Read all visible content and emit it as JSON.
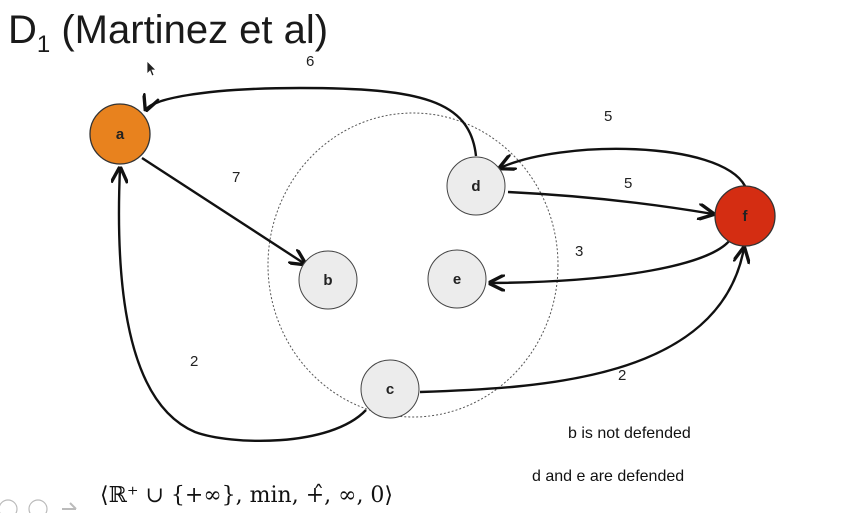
{
  "title": {
    "main": "D",
    "subscript": "1",
    "rest": " (Martinez et al)"
  },
  "nodes": {
    "a": {
      "label": "a",
      "color": "#e8821e"
    },
    "b": {
      "label": "b",
      "color": "#ececec"
    },
    "c": {
      "label": "c",
      "color": "#ececec"
    },
    "d": {
      "label": "d",
      "color": "#ececec"
    },
    "e": {
      "label": "e",
      "color": "#ececec"
    },
    "f": {
      "label": "f",
      "color": "#d42d12"
    }
  },
  "edges": {
    "d_to_a": "6",
    "a_to_b": "7",
    "f_to_d": "5",
    "d_to_f": "5",
    "f_to_e": "3",
    "c_to_a": "2",
    "c_to_f": "2"
  },
  "notes": {
    "b_status": "b is not defended",
    "de_status": "d and e are defended"
  },
  "formula": "⟨ℝ⁺ ∪ {+∞}, min, +̂, ∞, 0⟩"
}
